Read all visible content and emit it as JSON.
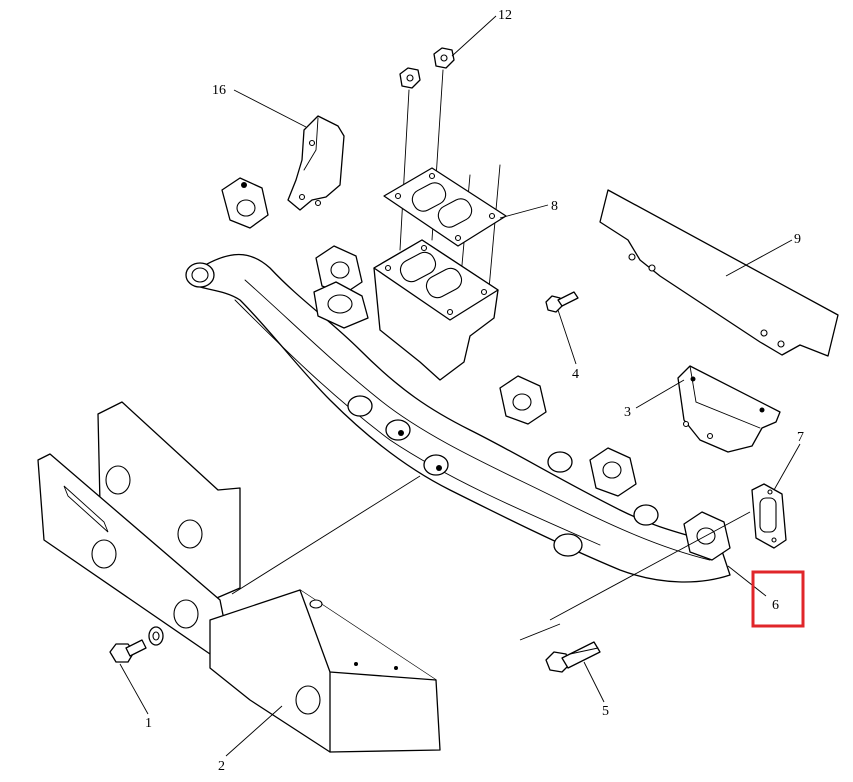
{
  "callouts": [
    {
      "id": "1",
      "label": "1"
    },
    {
      "id": "2",
      "label": "2"
    },
    {
      "id": "3",
      "label": "3"
    },
    {
      "id": "4",
      "label": "4"
    },
    {
      "id": "5",
      "label": "5"
    },
    {
      "id": "6",
      "label": "6"
    },
    {
      "id": "7",
      "label": "7"
    },
    {
      "id": "8",
      "label": "8"
    },
    {
      "id": "9",
      "label": "9"
    },
    {
      "id": "12",
      "label": "12"
    },
    {
      "id": "16",
      "label": "16"
    }
  ],
  "highlighted_callout": "6",
  "highlight_color": "#e0262a"
}
